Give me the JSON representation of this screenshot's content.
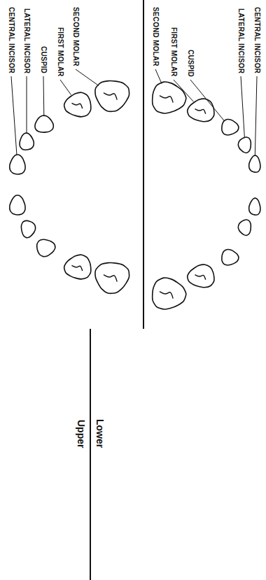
{
  "diagram": {
    "labels": [
      "CENTRAL INCISOR",
      "LATERAL INCISOR",
      "CUSPID",
      "FIRST MOLAR",
      "SECOND MOLAR",
      "SECOND MOLAR",
      "FIRST MOLAR",
      "CUSPID",
      "LATERAL INCISOR",
      "CENTRAL INCISOR",
      "Upper",
      "Lower"
    ]
  }
}
